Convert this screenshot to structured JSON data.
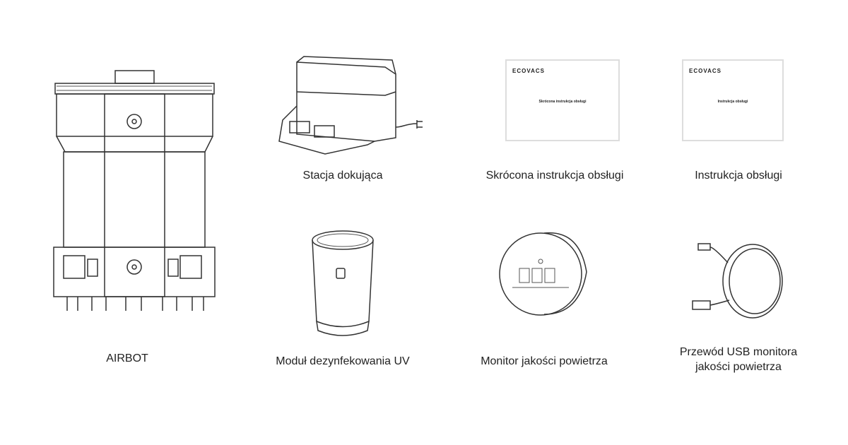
{
  "items": [
    {
      "label": "AIRBOT"
    },
    {
      "label": "Stacja dokująca"
    },
    {
      "label": "Skrócona instrukcja obsługi",
      "manual_logo": "ECOVACS",
      "manual_title": "Skrócona instrukcja obsługi"
    },
    {
      "label": "Instrukcja obsługi",
      "manual_logo": "ECOVACS",
      "manual_title": "Instrukcja obsługi"
    },
    {
      "label": "Moduł dezynfekowania UV"
    },
    {
      "label": "Monitor jakości powietrza"
    },
    {
      "label_line1": "Przewód USB monitora",
      "label_line2": "jakości powietrza"
    }
  ]
}
